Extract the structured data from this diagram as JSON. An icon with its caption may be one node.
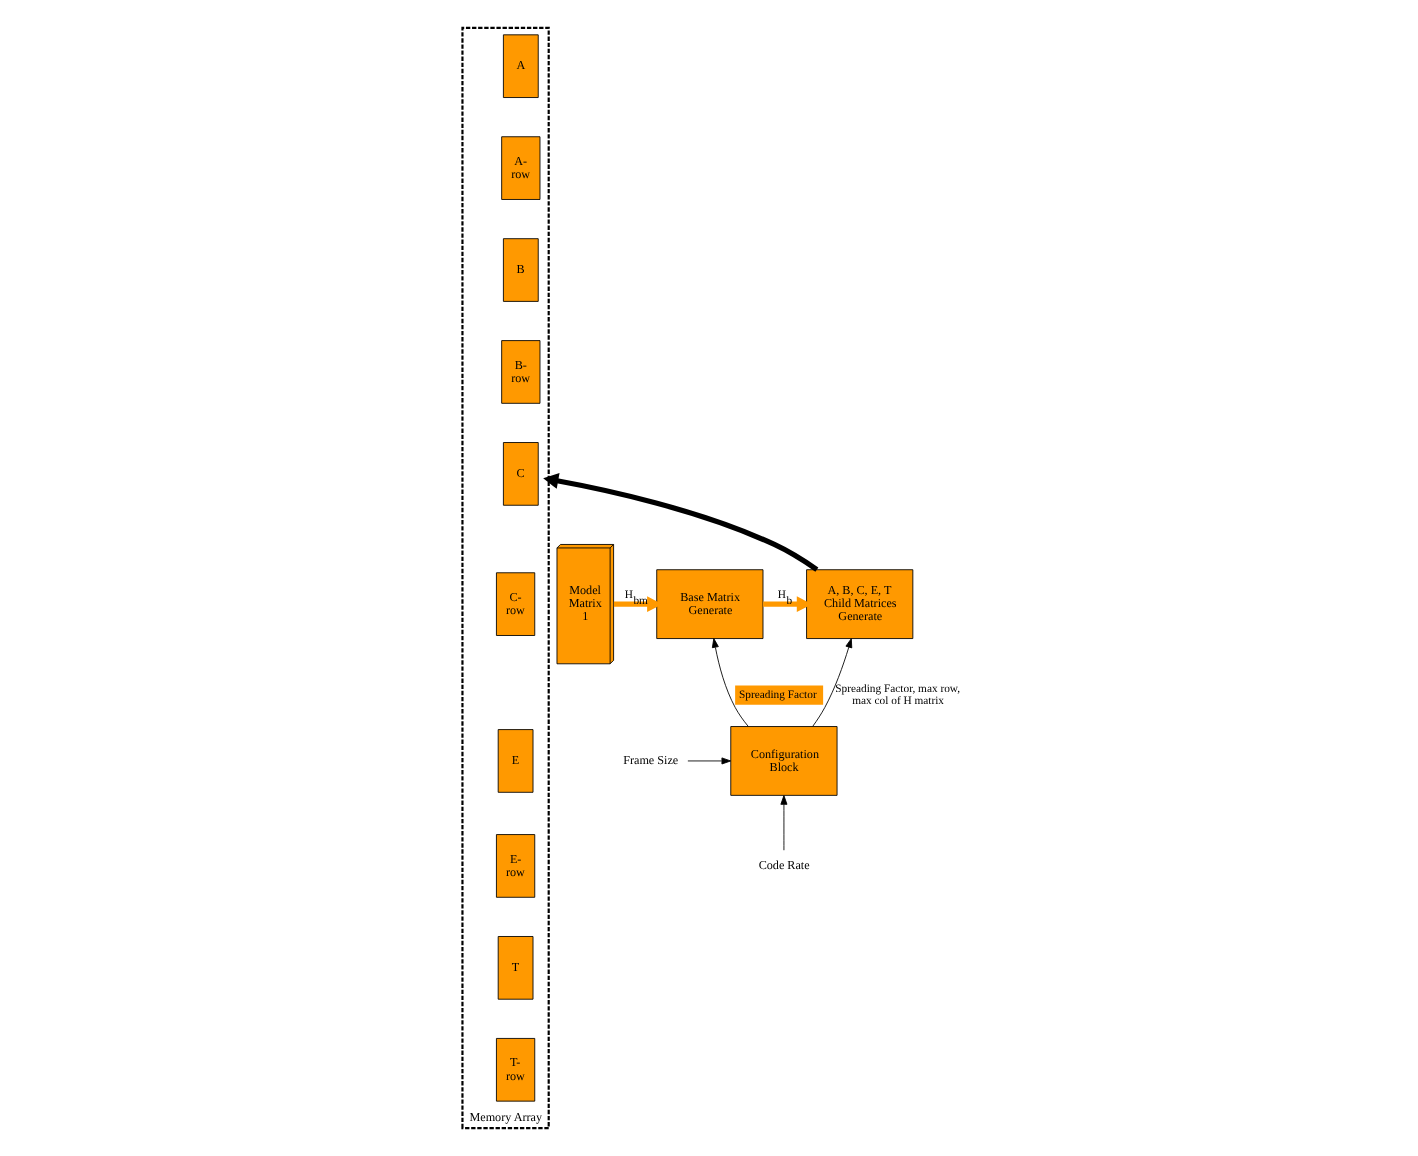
{
  "diagram": {
    "nodes": [
      {
        "text": [
          "Memory Array"
        ]
      },
      {
        "text": [
          "A"
        ],
        "in": 0
      },
      {
        "text": [
          "A- row"
        ],
        "in": 0
      },
      {
        "text": [
          "B"
        ],
        "in": 0
      },
      {
        "text": [
          "B- row"
        ],
        "in": 0
      },
      {
        "text": [
          "C"
        ],
        "in": 0
      },
      {
        "text": [
          "C- row"
        ],
        "in": 0
      },
      {
        "text": [
          "E"
        ],
        "in": 0
      },
      {
        "text": [
          "E- row"
        ],
        "in": 0
      },
      {
        "text": [
          "T"
        ],
        "in": 0
      },
      {
        "text": [
          "T- row"
        ],
        "in": 0
      },
      {
        "text": [
          "Model Matrix 1"
        ]
      },
      {
        "text": [
          "Base Matrix Generate"
        ]
      },
      {
        "text": [
          "A, B, C, E, T Child Matrices Generate"
        ]
      },
      {
        "text": [
          "Configuration Block"
        ]
      },
      {
        "text": [
          "Frame Size"
        ]
      },
      {
        "text": [
          "Code Rate"
        ]
      }
    ],
    "edges": [
      {
        "from": 11,
        "to": 12,
        "arrow": "to",
        "label": "H$_{bm}$",
        "style": "thick",
        "color": "#ff9900"
      },
      {
        "from": 12,
        "to": 13,
        "arrow": "to",
        "label": "H$_{b}$",
        "style": "thick",
        "color": "#ff9900"
      },
      {
        "from": 13,
        "to": 0,
        "arrow": "to",
        "style": "thick"
      },
      {
        "from": 14,
        "to": 12,
        "arrow": "to",
        "label": "Spreading Factor"
      },
      {
        "from": 14,
        "to": 13,
        "arrow": "to",
        "label": "Spreading Factor, max row, max col of H matrix"
      },
      {
        "from": 15,
        "to": 14,
        "arrow": "to"
      },
      {
        "from": 16,
        "to": 14,
        "arrow": "to"
      }
    ]
  }
}
